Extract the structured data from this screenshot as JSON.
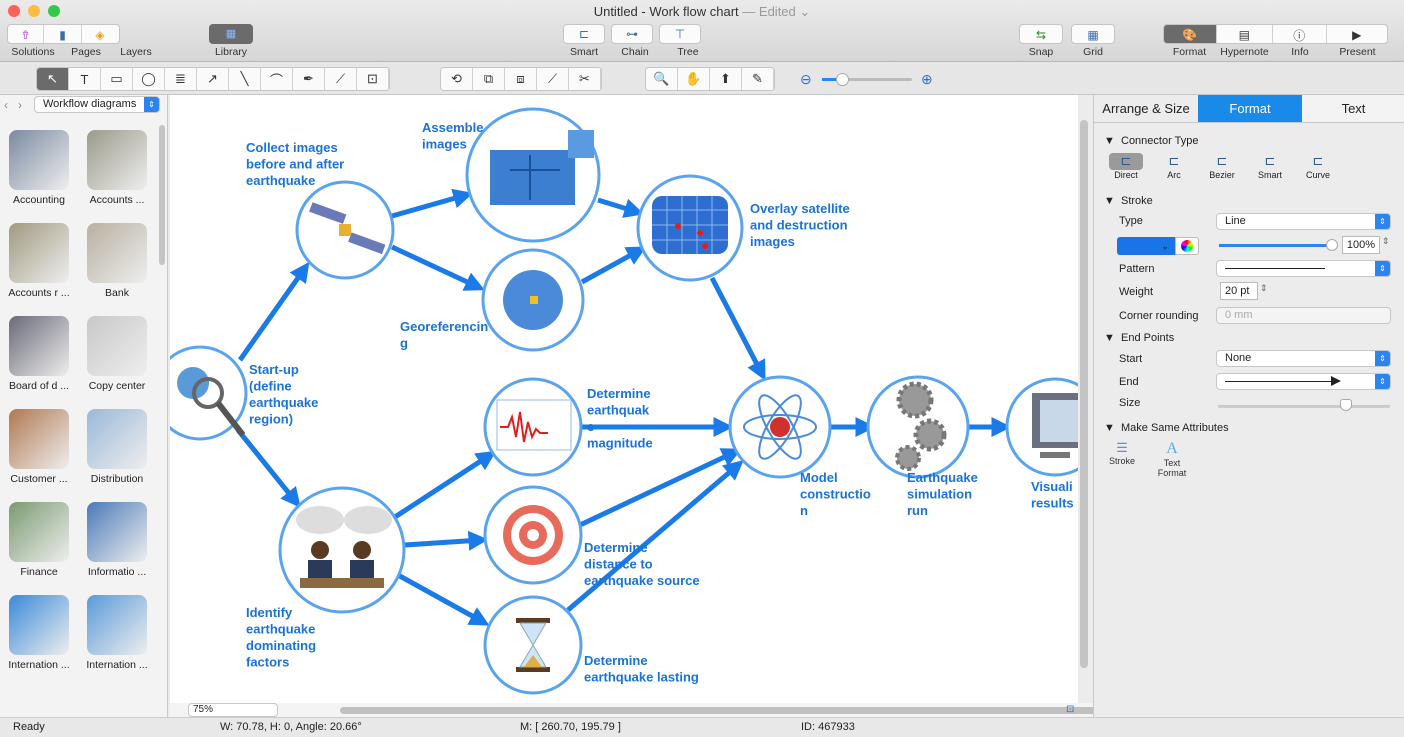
{
  "window": {
    "title": "Untitled - Work flow chart",
    "edited": "— Edited ⌄"
  },
  "toolbar": {
    "left": [
      {
        "label": "Solutions",
        "icon": "solutions-icon"
      },
      {
        "label": "Pages",
        "icon": "pages-icon"
      },
      {
        "label": "Layers",
        "icon": "layers-icon"
      }
    ],
    "library": "Library",
    "center": [
      {
        "label": "Smart",
        "icon": "smart-connector-icon"
      },
      {
        "label": "Chain",
        "icon": "chain-icon"
      },
      {
        "label": "Tree",
        "icon": "tree-icon"
      }
    ],
    "snap": "Snap",
    "grid": "Grid",
    "right": [
      {
        "label": "Format",
        "icon": "format-icon"
      },
      {
        "label": "Hypernote",
        "icon": "hypernote-icon"
      },
      {
        "label": "Info",
        "icon": "info-icon"
      },
      {
        "label": "Present",
        "icon": "present-icon"
      }
    ]
  },
  "tools": {
    "draw": [
      "↖",
      "T",
      "▭",
      "◯",
      "≣",
      "↗",
      "╲",
      "⌒",
      "✒",
      "⟋",
      "⊡"
    ],
    "edit": [
      "⟲",
      "⧉",
      "⧈",
      "⟋",
      "✂"
    ],
    "view": [
      "🔍",
      "✋",
      "⬆",
      "✎"
    ]
  },
  "library": {
    "category": "Workflow diagrams",
    "items": [
      {
        "label": "Accounting",
        "color": "#7b8aa0"
      },
      {
        "label": "Accounts ...",
        "color": "#9a9a8a"
      },
      {
        "label": "Accounts r ...",
        "color": "#a09a80"
      },
      {
        "label": "Bank",
        "color": "#b8b0a0"
      },
      {
        "label": "Board of d ...",
        "color": "#6a6a78"
      },
      {
        "label": "Copy center",
        "color": "#c8c8c8"
      },
      {
        "label": "Customer ...",
        "color": "#b07850"
      },
      {
        "label": "Distribution",
        "color": "#9ab8d8"
      },
      {
        "label": "Finance",
        "color": "#7a9a70"
      },
      {
        "label": "Informatio ...",
        "color": "#4a7ab8"
      },
      {
        "label": "Internation ...",
        "color": "#3a8ad8"
      },
      {
        "label": "Internation ...",
        "color": "#5a9ad8"
      }
    ]
  },
  "diagram": {
    "labels": {
      "collect": [
        "Collect images",
        "before and after",
        "earthquake"
      ],
      "assemble": [
        "Assemble",
        "images"
      ],
      "overlay": [
        "Overlay satellite",
        "and destruction",
        "images"
      ],
      "georef": [
        "Georeferencin",
        "g"
      ],
      "startup": [
        "Start-up",
        "(define",
        "earthquake",
        "region)"
      ],
      "magnitude": [
        "Determine",
        "earthquak",
        "e",
        "magnitude"
      ],
      "distance": [
        "Determine",
        "distance to",
        "earthquake source"
      ],
      "lasting": [
        "Determine",
        "earthquake lasting"
      ],
      "identify": [
        "Identify",
        "earthquake",
        "dominating",
        "factors"
      ],
      "model": [
        "Model",
        "constructio",
        "n"
      ],
      "simulation": [
        "Earthquake",
        "simulation",
        "run"
      ],
      "visual": [
        "Visuali",
        "results"
      ]
    }
  },
  "panel": {
    "tabs": [
      "Arrange & Size",
      "Format",
      "Text"
    ],
    "active_tab": "Format",
    "connector_type": {
      "title": "Connector Type",
      "options": [
        "Direct",
        "Arc",
        "Bezier",
        "Smart",
        "Curve"
      ],
      "selected": "Direct"
    },
    "stroke": {
      "title": "Stroke",
      "type_label": "Type",
      "type": "Line",
      "color": "#1a73e8",
      "opacity": "100%",
      "opacity_value": 100,
      "pattern_label": "Pattern",
      "weight_label": "Weight",
      "weight": "20 pt",
      "corner_label": "Corner rounding",
      "corner": "0 mm"
    },
    "end_points": {
      "title": "End Points",
      "start_label": "Start",
      "start": "None",
      "end_label": "End",
      "size_label": "Size",
      "size_value": 0.75
    },
    "make_same": {
      "title": "Make Same Attributes",
      "items": [
        "Stroke",
        "Text Format"
      ]
    }
  },
  "canvas": {
    "zoom": "75%"
  },
  "status": {
    "state": "Ready",
    "dims": "W: 70.78,  H: 0,  Angle: 20.66°",
    "mouse": "M: [ 260.70, 195.79 ]",
    "id": "ID: 467933"
  }
}
